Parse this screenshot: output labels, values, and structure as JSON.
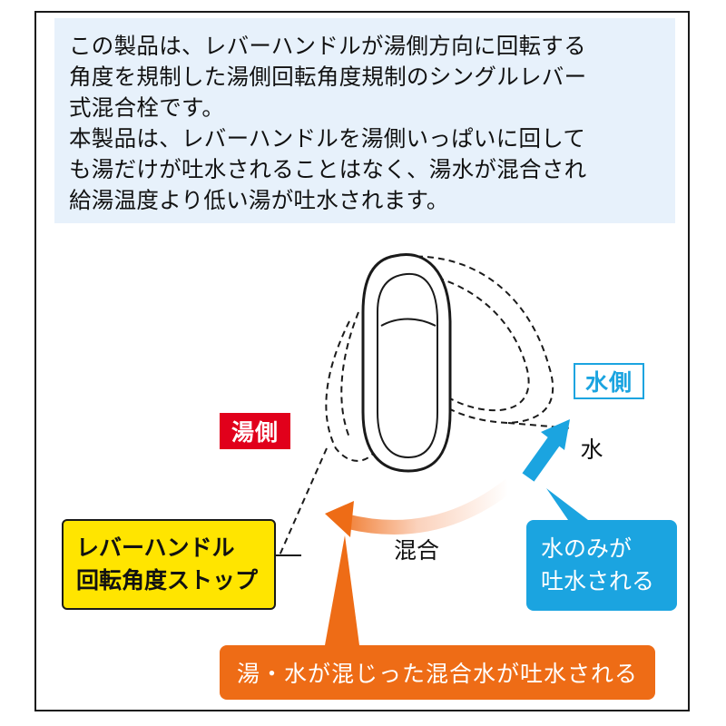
{
  "description": {
    "lines": [
      "この製品は、レバーハンドルが湯側方向に回転する",
      "角度を規制した湯側回転角度規制のシングルレバー",
      "式混合栓です。",
      "本製品は、レバーハンドルを湯側いっぱいに回して",
      "も湯だけが吐水されることはなく、湯水が混合され",
      "給湯温度より低い湯が吐水されます。"
    ]
  },
  "labels": {
    "hot_side": "湯側",
    "cold_side": "水側",
    "water": "水",
    "mixed": "混合"
  },
  "callouts": {
    "lever_stop": [
      "レバーハンドル",
      "回転角度ストップ"
    ],
    "cold_only": [
      "水のみが",
      "吐水される"
    ],
    "mixed_water": "湯・水が混じった混合水が吐水される"
  },
  "colors": {
    "hot": "#e1001b",
    "cold": "#1ba4e0",
    "stop": "#ffe500",
    "mixed": "#ee6c16",
    "info_bg": "#e7f1fb"
  }
}
